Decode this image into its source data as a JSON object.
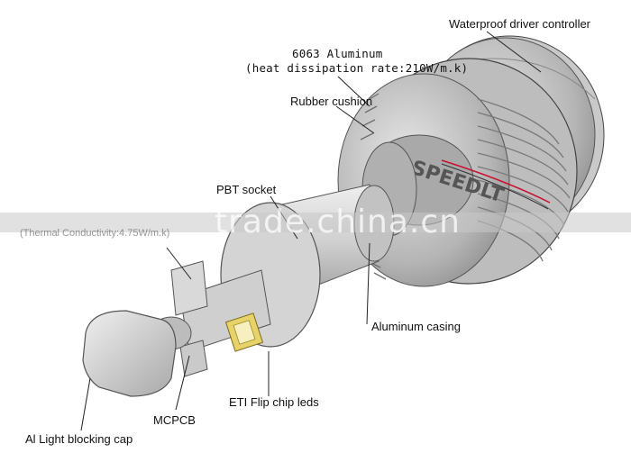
{
  "labels": {
    "waterproof_driver": "Waterproof driver controller",
    "aluminum_6063": "6063 Aluminum",
    "heat_dissipation": "(heat dissipation rate:210W/m.k)",
    "rubber_cushion": "Rubber cushion",
    "pbt_socket": "PBT socket",
    "aluminum_casing": "Aluminum casing",
    "eti_leds": "ETI Flip chip leds",
    "mcpcb": "MCPCB",
    "blocking_cap": "Al Light blocking cap",
    "thermal_conductivity": "(Thermal Conductivity:4.75W/m.k)"
  },
  "logo_text": "SPEEDLT",
  "watermark": "trade.china.cn",
  "colors": {
    "metal_light": "#d9d9d9",
    "metal_mid": "#b8b8b8",
    "metal_dark": "#8c8c8c",
    "led_yellow": "#e8d36a",
    "wire_red": "#c8102e"
  }
}
